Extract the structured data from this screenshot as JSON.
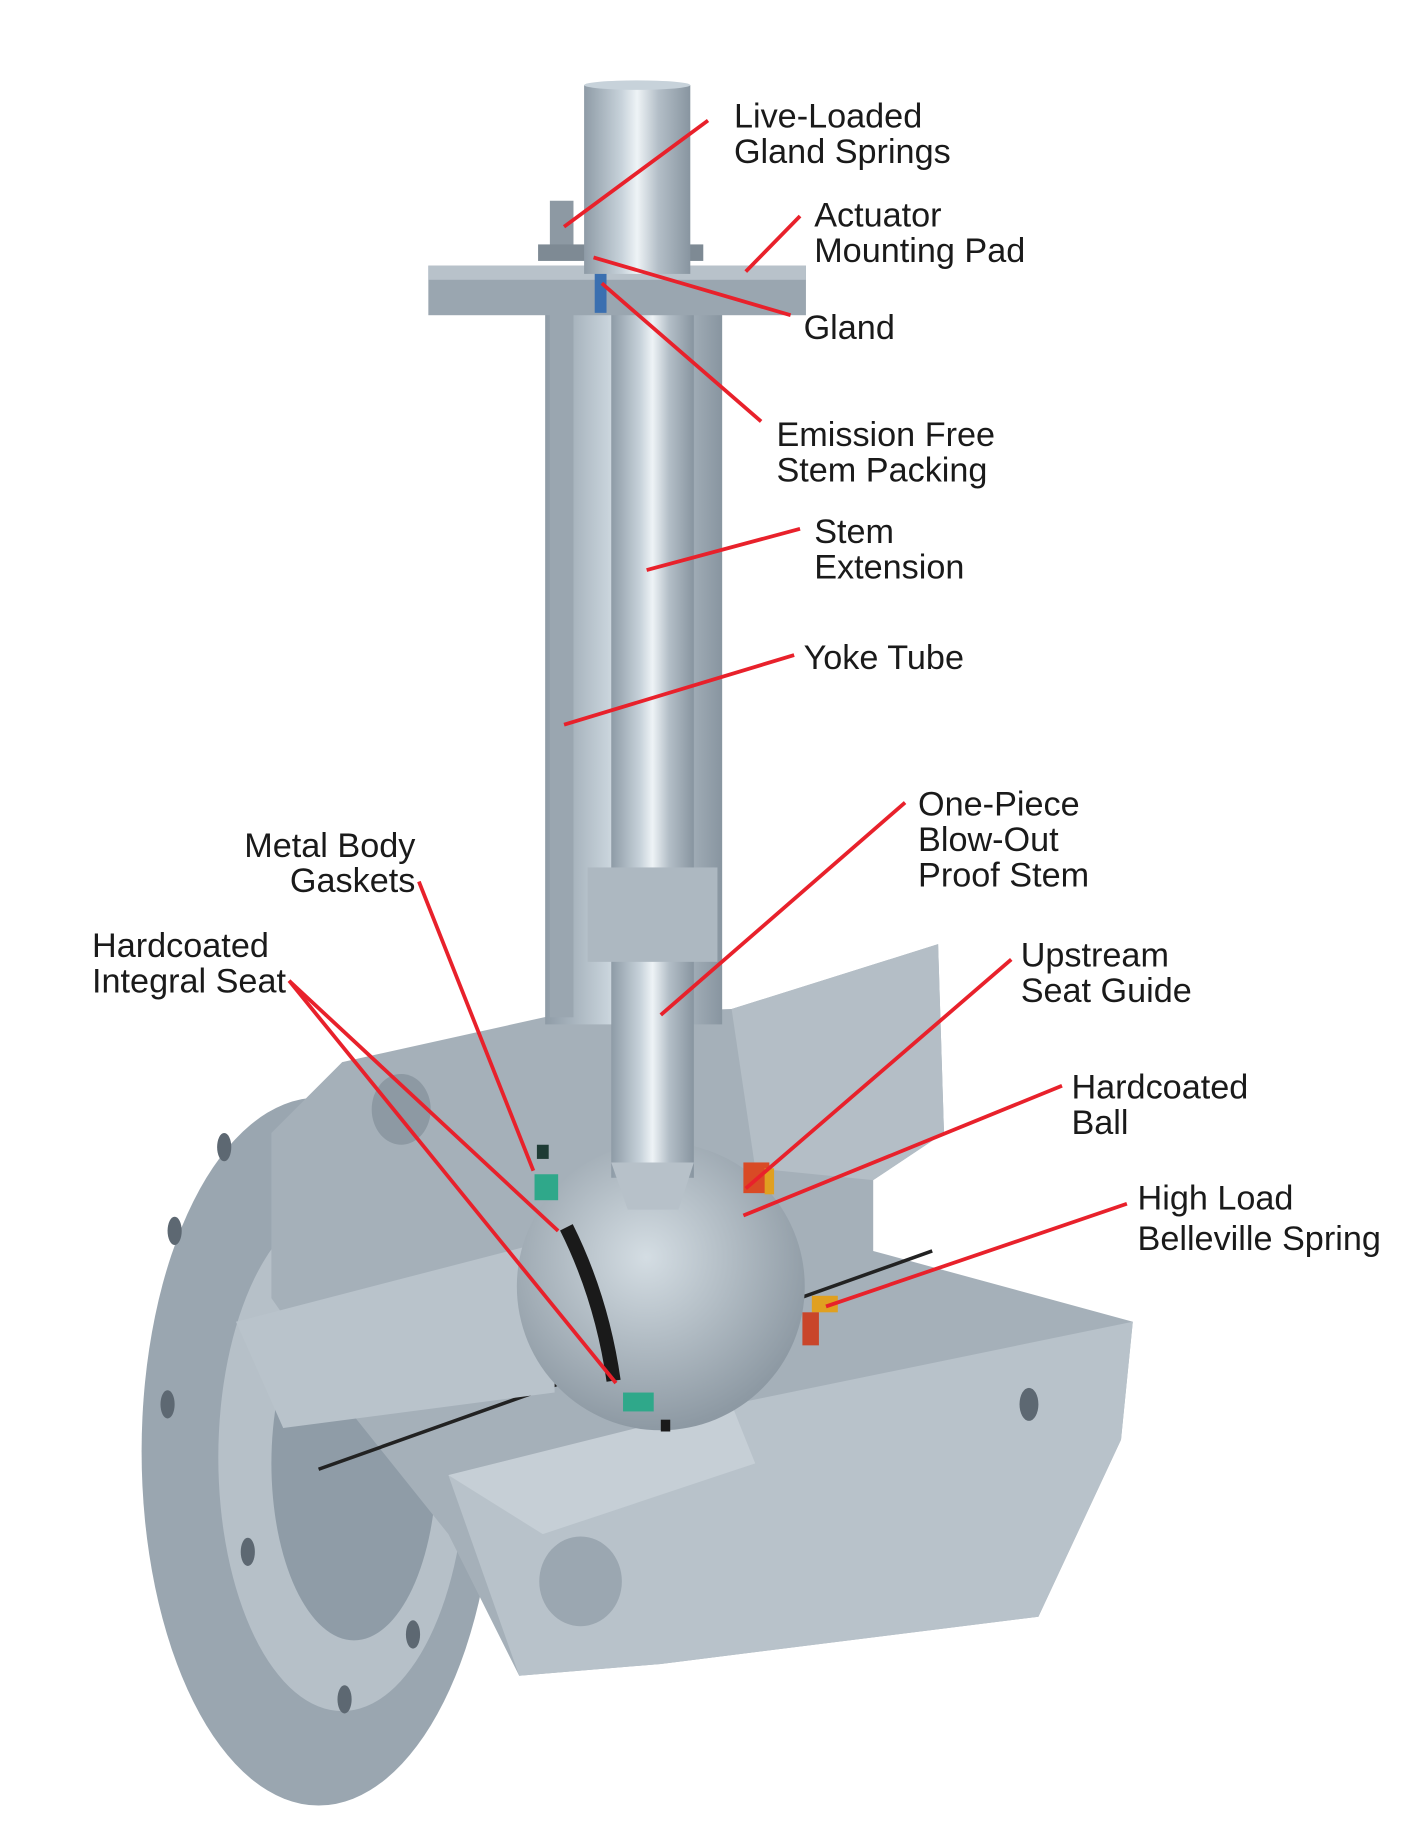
{
  "labels": {
    "live_loaded": [
      "Live-Loaded",
      "Gland Springs"
    ],
    "actuator_pad": [
      "Actuator",
      "Mounting Pad"
    ],
    "gland": [
      "Gland"
    ],
    "packing": [
      "Emission Free",
      "Stem Packing"
    ],
    "stem_extension": [
      "Stem",
      "Extension"
    ],
    "yoke_tube": [
      "Yoke Tube"
    ],
    "blowout_stem": [
      "One-Piece",
      "Blow-Out",
      "Proof Stem"
    ],
    "body_gaskets": [
      "Metal Body",
      "Gaskets"
    ],
    "integral_seat": [
      "Hardcoated",
      "Integral Seat"
    ],
    "seat_guide": [
      "Upstream",
      "Seat Guide"
    ],
    "ball": [
      "Hardcoated",
      "Ball"
    ],
    "belleville": [
      "High Load",
      "Belleville Spring"
    ]
  },
  "colors": {
    "leader": "#e8212b",
    "metal": "#a9b4bd",
    "gasket": "#2fa88a",
    "spring": "#e0a020"
  }
}
